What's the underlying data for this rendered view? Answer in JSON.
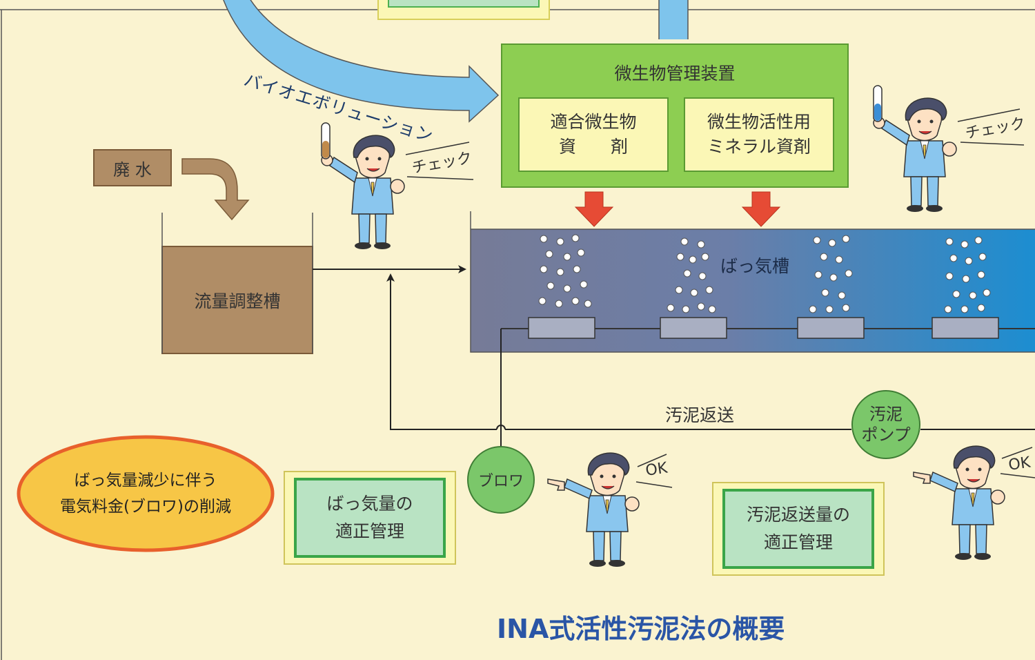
{
  "labels": {
    "bio_evolution": "バイオエボリューション",
    "wastewater": "廃 水",
    "flow_tank": "流量調整槽",
    "microbe_device": "微生物管理装置",
    "agent1_line1": "適合微生物",
    "agent1_line2": "資　　剤",
    "agent2_line1": "微生物活性用",
    "agent2_line2": "ミネラル資剤",
    "aeration_tank": "ばっ気槽",
    "check": "チェック",
    "sludge_return": "汚泥返送",
    "sludge_pump_line1": "汚泥",
    "sludge_pump_line2": "ポンプ",
    "blower": "ブロワ",
    "ok": "OK",
    "savings_line1": "ばっ気量減少に伴う",
    "savings_line2": "電気料金(ブロワ)の削減",
    "aeration_mgmt_line1": "ばっ気量の",
    "aeration_mgmt_line2": "適正管理",
    "return_mgmt_line1": "汚泥返送量の",
    "return_mgmt_line2": "適正管理",
    "title": "INA式活性汚泥法の概要"
  },
  "colors": {
    "background": "#faf3d0",
    "blue_arrow": "#7ec4ec",
    "brown": "#b08d66",
    "green_box": "#8dce52",
    "yellow_box": "#fbf7b6",
    "red_arrow": "#e64b35",
    "tank_left": "#767b97",
    "tank_right": "#1a8ed2",
    "circle_green": "#7bc76a",
    "orange_border": "#e8602c",
    "title_blue": "#2a55a6"
  },
  "icons": [
    "technician-with-test-tube",
    "technician-pointing",
    "air-bubble",
    "air-diffuser"
  ]
}
